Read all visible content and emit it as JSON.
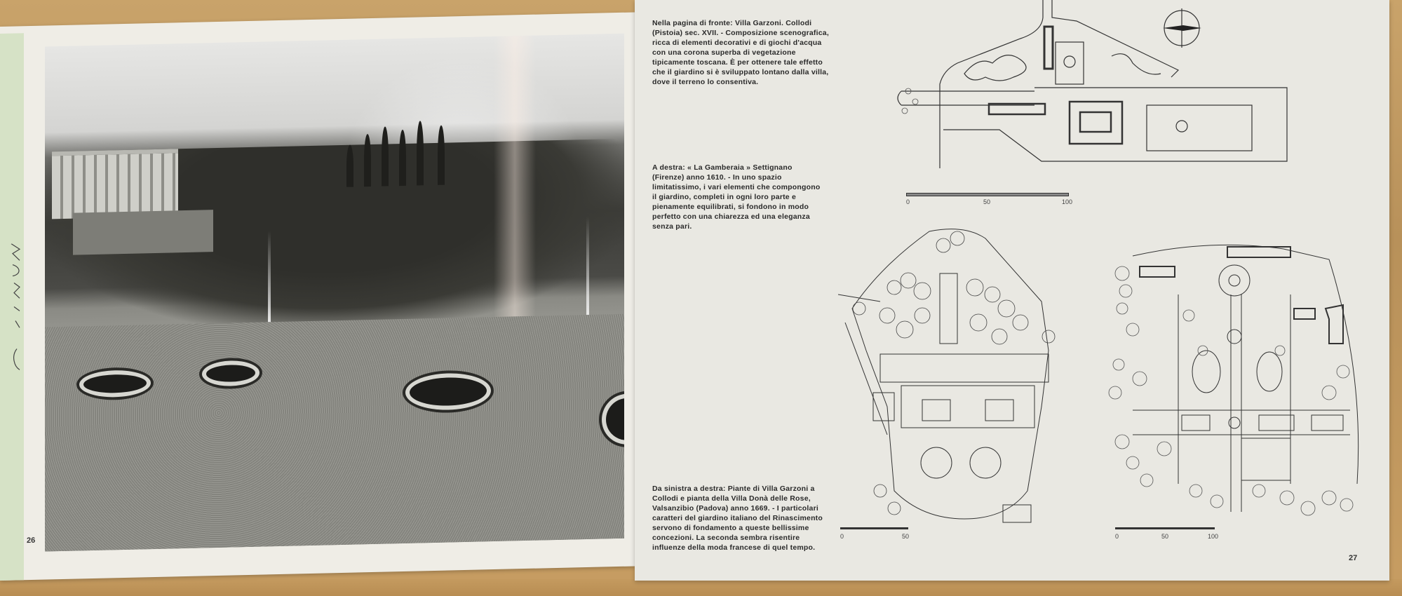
{
  "book": {
    "left_page": {
      "page_number": "26",
      "photo": {
        "subject": "Villa Garzoni garden, Collodi",
        "description": "Black-and-white photograph of terraced Baroque garden with fountains, cypress trees, villa on hillside and gravel parterre with topiary beds"
      }
    },
    "right_page": {
      "page_number": "27",
      "captions": [
        {
          "id": "caption-villa-garzoni",
          "text": "Nella pagina di fronte: Villa Garzoni. Collodi (Pistoia) sec. XVII. - Composizione scenografica, ricca di elementi decorativi e di giochi d'acqua con una corona superba di vegetazione tipicamente toscana. È per ottenere tale effetto che il giardino si è sviluppato lontano dalla villa, dove il terreno lo consentiva."
        },
        {
          "id": "caption-gamberaia",
          "text": "A destra: « La Gamberaia » Settignano (Firenze) anno 1610. - In uno spazio limitatissimo, i vari elementi che compongono il giardino, completi in ogni loro parte e pienamente equilibrati, si fondono in modo perfetto con una chiarezza ed una eleganza senza pari."
        },
        {
          "id": "caption-plans",
          "text": "Da sinistra a destra: Piante di Villa Garzoni a Collodi e pianta della Villa Donà delle Rose, Valsanzibio (Padova) anno 1669. - I particolari caratteri del giardino italiano del Rinascimento servono di fondamento a queste bellissime concezioni. La seconda sembra risentire influenze della moda francese di quel tempo."
        }
      ],
      "plans": [
        {
          "id": "plan-gamberaia",
          "scale_labels": [
            "0",
            "50",
            "100"
          ],
          "has_compass": true
        },
        {
          "id": "plan-villa-garzoni",
          "scale_labels": [
            "0",
            "50"
          ]
        },
        {
          "id": "plan-villa-dona-delle-rose",
          "scale_labels": [
            "0",
            "50",
            "100"
          ]
        }
      ]
    }
  }
}
